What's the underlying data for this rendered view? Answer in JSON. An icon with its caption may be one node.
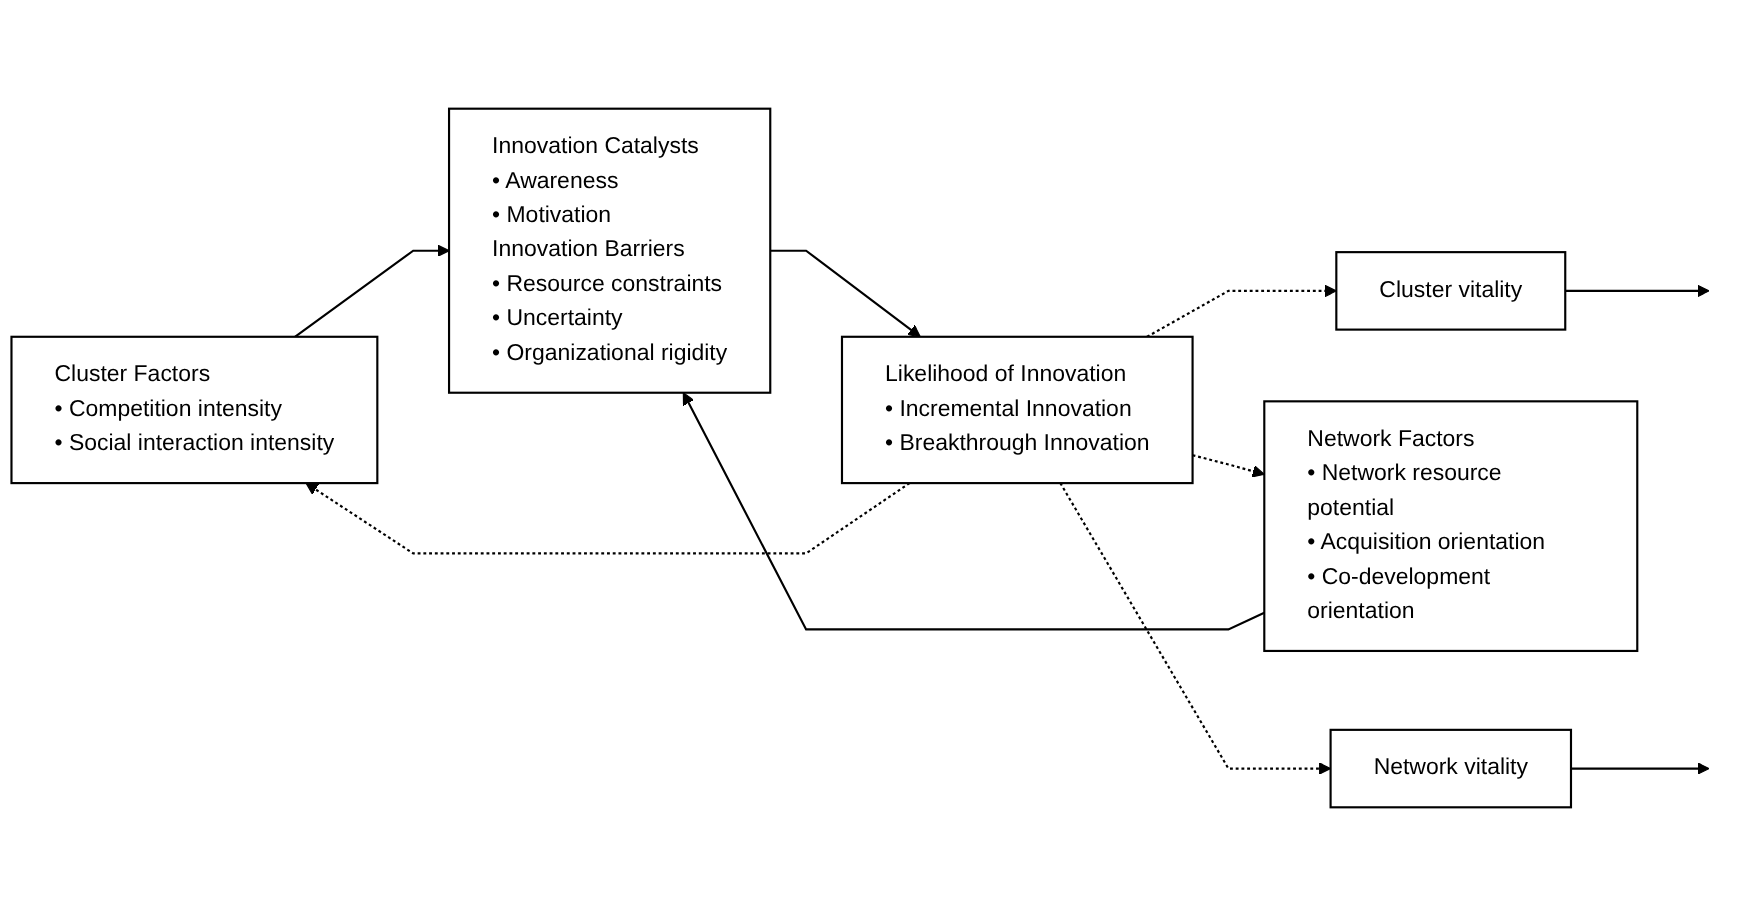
{
  "diagram": {
    "nodes": [
      {
        "text": [
          "Cluster vitality"
        ]
      },
      {
        "text": [
          "Cluster Factors",
          "• Competition intensity",
          "• Social interaction intensity"
        ]
      },
      {
        "text": [
          "Innovation Catalysts",
          "• Awareness",
          "• Motivation",
          "Innovation Barriers",
          "• Resource constraints",
          "• Uncertainty",
          "• Organizational rigidity"
        ]
      },
      {
        "text": [
          "Likelihood of Innovation",
          "• Incremental Innovation",
          "• Breakthrough Innovation"
        ]
      },
      {
        "text": [
          "Network Factors",
          "• Network resource potential",
          "• Acquisition orientation",
          "• Co-development orientation"
        ]
      },
      {
        "text": [
          "Network vitality"
        ]
      }
    ],
    "edges": [
      {
        "from": 1,
        "to": 2,
        "arrow": "to"
      },
      {
        "from": 4,
        "to": 2,
        "arrow": "to"
      },
      {
        "from": 0,
        "to": null,
        "arrow": "to"
      },
      {
        "from": 5,
        "to": null,
        "arrow": "to"
      },
      {
        "from": 2,
        "to": 3,
        "arrow": "to"
      },
      {
        "from": 3,
        "to": 0,
        "arrow": "to",
        "style": "dashed"
      },
      {
        "from": 3,
        "to": 1,
        "arrow": "to",
        "style": "dashed"
      },
      {
        "from": 3,
        "to": 4,
        "arrow": "to",
        "style": "dashed"
      },
      {
        "from": 3,
        "to": 5,
        "arrow": "to",
        "style": "dashed"
      }
    ]
  }
}
